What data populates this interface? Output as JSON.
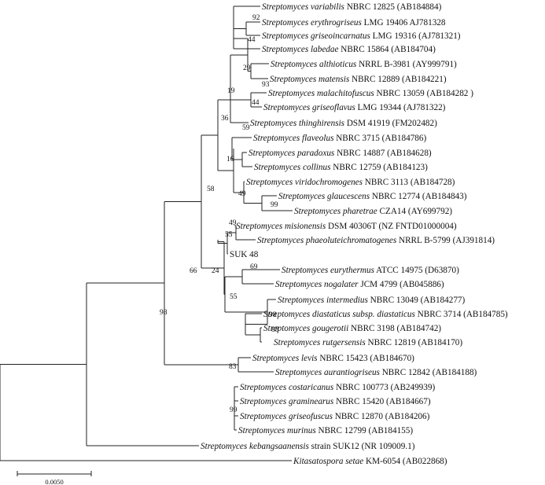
{
  "tree": {
    "leaves": [
      {
        "species": "Streptomyces variabilis",
        "rest": " NBRC  12825  (AB184884)"
      },
      {
        "species": "Streptomyces erythrogriseus",
        "rest": " LMG  19406  AJ781328"
      },
      {
        "species": "Streptomyces griseoincarnatus",
        "rest": " LMG  19316  (AJ781321)"
      },
      {
        "species": "Streptomyces labedae",
        "rest": " NBRC  15864  (AB184704)"
      },
      {
        "species": "Streptomyces althioticus",
        "rest": " NRRL  B-3981  (AY999791)"
      },
      {
        "species": "Streptomyces matensis",
        "rest": " NBRC  12889  (AB184221)"
      },
      {
        "species": "Streptomyces malachitofuscus",
        "rest": " NBRC  13059  (AB184282  )"
      },
      {
        "species": "Streptomyces griseoflavus",
        "rest": " LMG  19344  (AJ781322)"
      },
      {
        "species": "Streptomyces thinghirensis",
        "rest": " DSM  41919  (FM202482)"
      },
      {
        "species": "Streptomyces flaveolus",
        "rest": " NBRC  3715  (AB184786)"
      },
      {
        "species": "Streptomyces paradoxus",
        "rest": " NBRC  14887  (AB184628)"
      },
      {
        "species": "Streptomyces collinus",
        "rest": " NBRC  12759  (AB184123)"
      },
      {
        "species": "Streptomyces viridochromogenes",
        "rest": " NBRC  3113  (AB184728)"
      },
      {
        "species": "Streptomyces glaucescens",
        "rest": " NBRC  12774  (AB184843)"
      },
      {
        "species": "Streptomyces pharetrae",
        "rest": " CZA14  (AY699792)"
      },
      {
        "species": "Streptomyces misionensis",
        "rest": " DSM  40306T  (NZ  FNTD01000004)"
      },
      {
        "species": "Streptomyces phaeoluteichromatogenes",
        "rest": " NRRL  B-5799  (AJ391814)"
      },
      {
        "species": "",
        "rest": "SUK  48"
      },
      {
        "species": "Streptomyces eurythermus",
        "rest": " ATCC  14975  (D63870)"
      },
      {
        "species": "Streptomyces nogalater",
        "rest": " JCM  4799  (AB045886)"
      },
      {
        "species": "Streptomyces intermedius",
        "rest": " NBRC  13049  (AB184277)"
      },
      {
        "species": "Streptomyces diastaticus subsp. diastaticus",
        "rest": " NBRC  3714  (AB184785)"
      },
      {
        "species": "Streptomyces gougerotii",
        "rest": " NBRC  3198  (AB184742)"
      },
      {
        "species": "Streptomyces rutgersensis",
        "rest": " NBRC  12819  (AB184170)"
      },
      {
        "species": "Streptomyces levis",
        "rest": " NBRC  15423  (AB184670)"
      },
      {
        "species": "Streptomyces aurantiogriseus",
        "rest": " NBRC  12842  (AB184188)"
      },
      {
        "species": "Streptomyces costaricanus",
        "rest": " NBRC  100773  (AB249939)"
      },
      {
        "species": "Streptomyces graminearus",
        "rest": " NBRC  15420  (AB184667)"
      },
      {
        "species": "Streptomyces griseofuscus",
        "rest": " NBRC  12870  (AB184206)"
      },
      {
        "species": "Streptomyces murinus",
        "rest": " NBRC  12799  (AB184155)"
      },
      {
        "species": "Streptomyces kebangsaanensis",
        "rest": " strain SUK12  (NR  109009.1)"
      },
      {
        "species": "Kitasatospora setae",
        "rest": " KM-6054  (AB022868)"
      }
    ],
    "bootstrap": [
      "92",
      "44",
      "29",
      "93",
      "19",
      "44",
      "36",
      "59",
      "16",
      "49",
      "99",
      "58",
      "49",
      "55",
      "66",
      "24",
      "69",
      "55",
      "98",
      "88",
      "98",
      "83",
      "99"
    ],
    "scale_bar": {
      "label": "0.0050"
    }
  }
}
